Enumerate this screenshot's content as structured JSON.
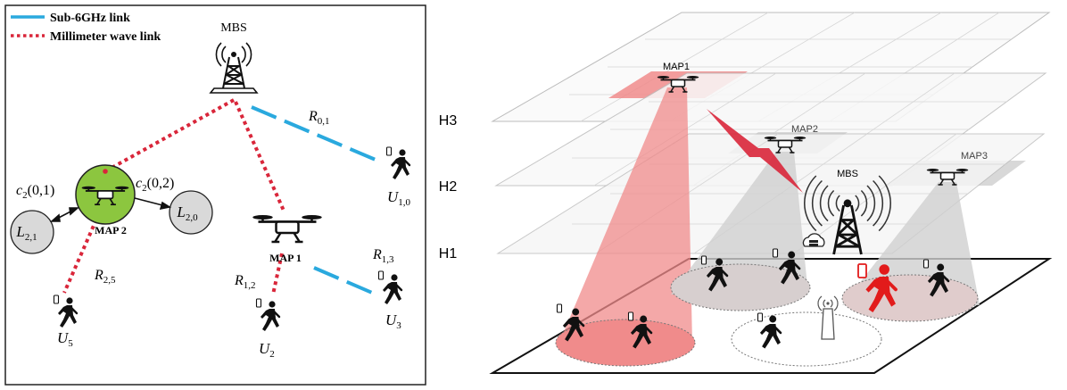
{
  "left_panel": {
    "legend": {
      "sub6_label": "Sub-6GHz link",
      "mmwave_label": "Millimeter wave link"
    },
    "nodes": {
      "mbs_label": "MBS",
      "map2_label": "MAP 2",
      "map1_label": "MAP 1",
      "l21": {
        "base": "L",
        "sub": "2,1"
      },
      "l20": {
        "base": "L",
        "sub": "2,0"
      },
      "u10": {
        "base": "U",
        "sub": "1,0"
      },
      "u5": {
        "base": "U",
        "sub": "5"
      },
      "u2": {
        "base": "U",
        "sub": "2"
      },
      "u3": {
        "base": "U",
        "sub": "3"
      }
    },
    "links": {
      "r01": {
        "base": "R",
        "sub": "0,1"
      },
      "r25": {
        "base": "R",
        "sub": "2,5"
      },
      "r12": {
        "base": "R",
        "sub": "1,2"
      },
      "r13": {
        "base": "R",
        "sub": "1,3"
      },
      "c01": {
        "base": "c",
        "sub": "2",
        "arg": "(0,1)"
      },
      "c02": {
        "base": "c",
        "sub": "2",
        "arg": "(0,2)"
      }
    }
  },
  "right_panel": {
    "layers": {
      "h1": "H1",
      "h2": "H2",
      "h3": "H3"
    },
    "map1_label": "MAP1",
    "map2_label": "MAP2",
    "map3_label": "MAP3",
    "mbs_label": "MBS"
  },
  "colors": {
    "sub6": "#2aa9de",
    "mmwave": "#d9263a",
    "map2_fill": "#8cc63f",
    "node_fill": "#d9d9d9",
    "beam_red": "#f3a0a0",
    "beam_gray": "#d0d0d0"
  }
}
